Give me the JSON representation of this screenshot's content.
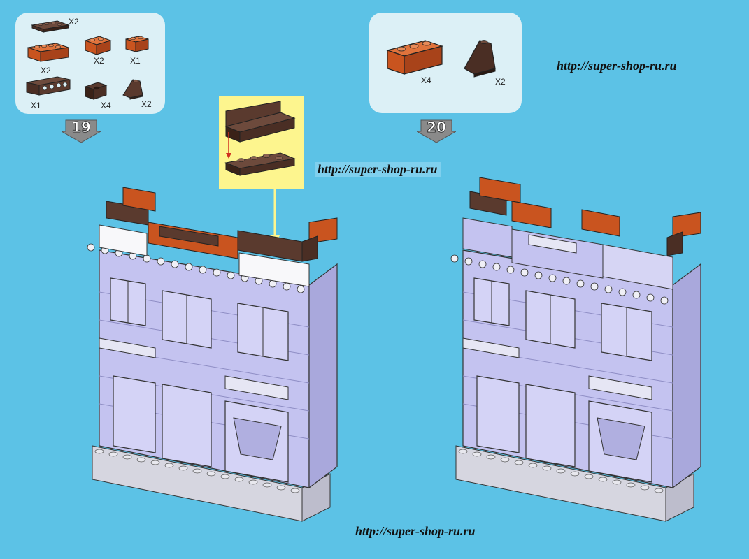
{
  "steps": [
    {
      "number": "19",
      "parts": [
        {
          "label": "X2",
          "color": "#5a3a2e",
          "kind": "plate-1x4"
        },
        {
          "label": "X2",
          "color": "#c9541f",
          "kind": "brick-1x4"
        },
        {
          "label": "X2",
          "color": "#c9541f",
          "kind": "corner-brick"
        },
        {
          "label": "X1",
          "color": "#c9541f",
          "kind": "brick-1x2"
        },
        {
          "label": "X1",
          "color": "#5a3a2e",
          "kind": "fence"
        },
        {
          "label": "X4",
          "color": "#4a2e24",
          "kind": "bracket"
        },
        {
          "label": "X2",
          "color": "#4a2e24",
          "kind": "slope"
        }
      ]
    },
    {
      "number": "20",
      "parts": [
        {
          "label": "X4",
          "color": "#c9541f",
          "kind": "brick-1x3"
        },
        {
          "label": "X2",
          "color": "#4a2e24",
          "kind": "slope"
        }
      ]
    }
  ],
  "watermarks": {
    "top_right": "http://super-shop-ru.ru",
    "middle": "http://super-shop-ru.ru",
    "bottom": "http://super-shop-ru.ru"
  },
  "colors": {
    "background": "#5cc2e6",
    "panel": "#dcf0f6",
    "wall": "#c4c3f0",
    "orange_brick": "#c9541f",
    "brown_brick": "#5a3a2e",
    "callout": "#fdf58e"
  }
}
